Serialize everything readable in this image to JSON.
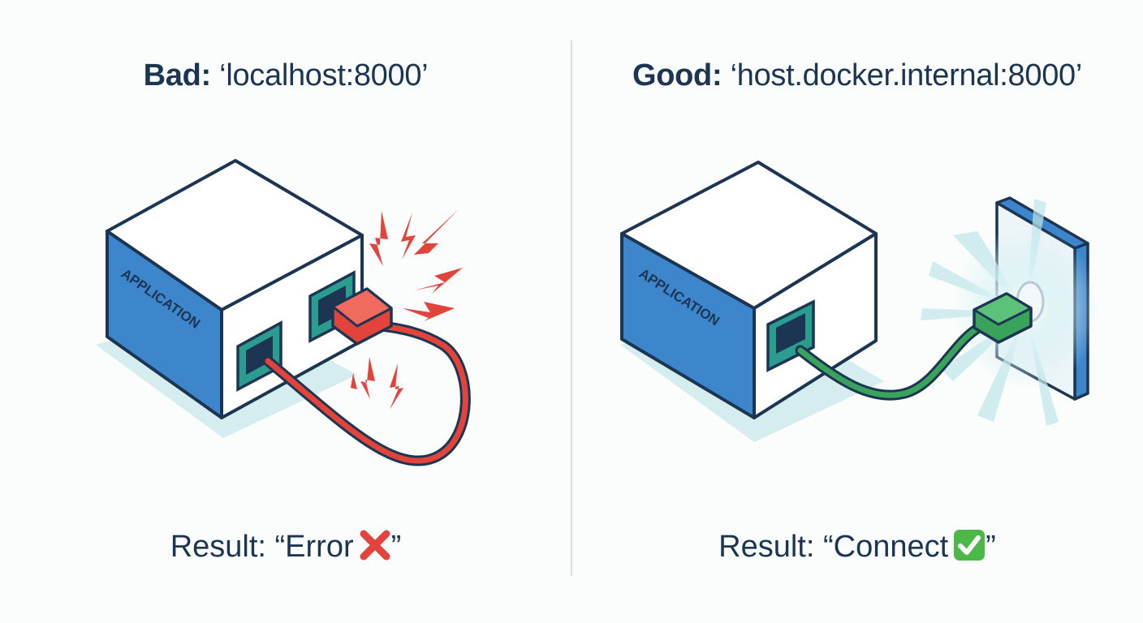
{
  "bad": {
    "heading_key": "Bad:",
    "heading_value": "‘localhost:8000’",
    "box_label": "APPLICATION",
    "result_prefix": "Result: “Error",
    "result_suffix": "”"
  },
  "good": {
    "heading_key": "Good:",
    "heading_value": "‘host.docker.internal:8000’",
    "box_label": "APPLICATION",
    "result_prefix": "Result: “Connect",
    "result_suffix": "”"
  },
  "icons": {
    "error": "red-x-icon",
    "success": "green-check-icon",
    "spark": "lightning-spark-icon",
    "glow": "connection-glow-icon"
  },
  "colors": {
    "ink": "#1c3553",
    "box_side": "#3e86cc",
    "port": "#2a9d8f",
    "bad_cable": "#e2433a",
    "good_cable": "#3aa35b",
    "shadow": "#cde8ec",
    "divider": "#d6dde5"
  }
}
